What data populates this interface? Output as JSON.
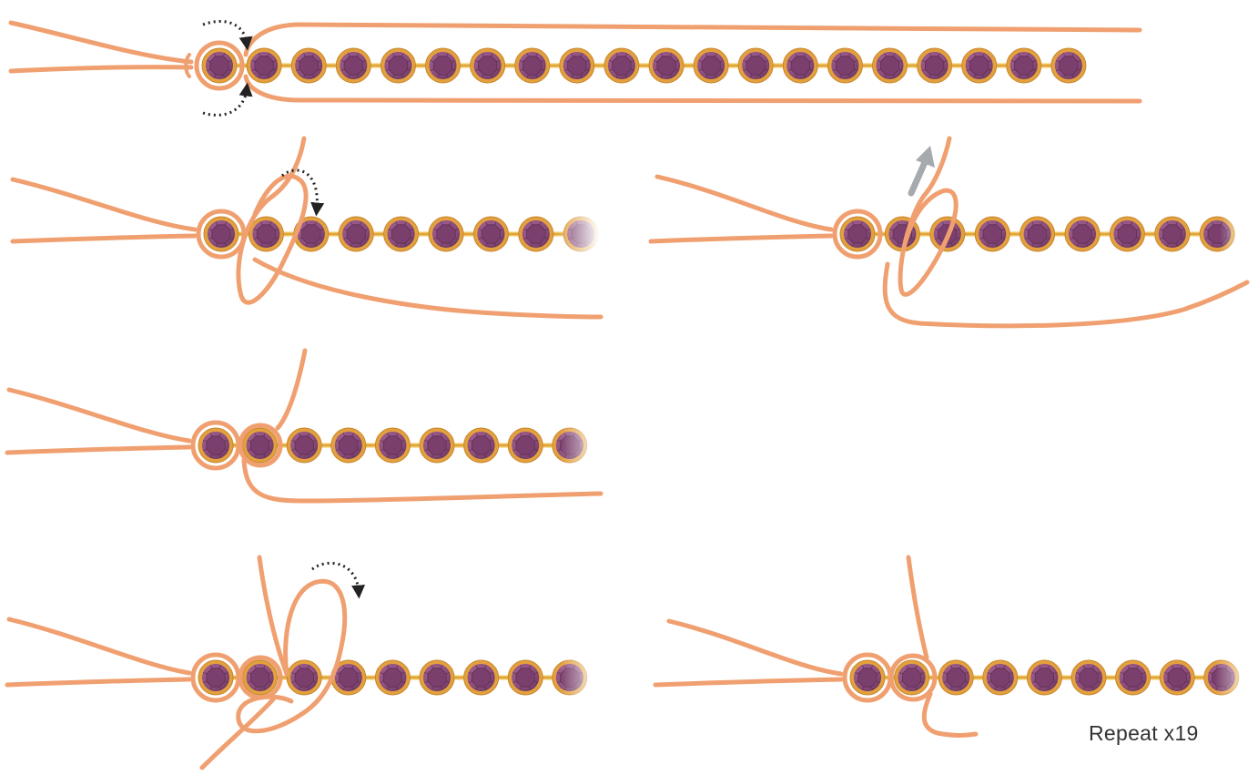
{
  "caption": "Repeat x19",
  "colors": {
    "cord": "#f0a070",
    "bead_fill": "#8e4f7f",
    "bead_facet": "#7a3f6c",
    "bead_ring": "#e3a03f",
    "bead_rim": "#c8862a",
    "chain_link": "#f2c45a",
    "arrow": "#222222",
    "arrow_pull": "#a6a9ad",
    "background": "#ffffff"
  },
  "icons": {
    "direction_arrow": "dotted-curved-arrow-icon",
    "pull_arrow": "gray-up-arrow-icon"
  },
  "steps": [
    {
      "id": "step-1",
      "beads_visible": 20
    },
    {
      "id": "step-2",
      "beads_visible": 9
    },
    {
      "id": "step-3",
      "beads_visible": 9
    },
    {
      "id": "step-4",
      "beads_visible": 9
    },
    {
      "id": "step-5",
      "beads_visible": 9
    },
    {
      "id": "step-6",
      "beads_visible": 9
    }
  ]
}
